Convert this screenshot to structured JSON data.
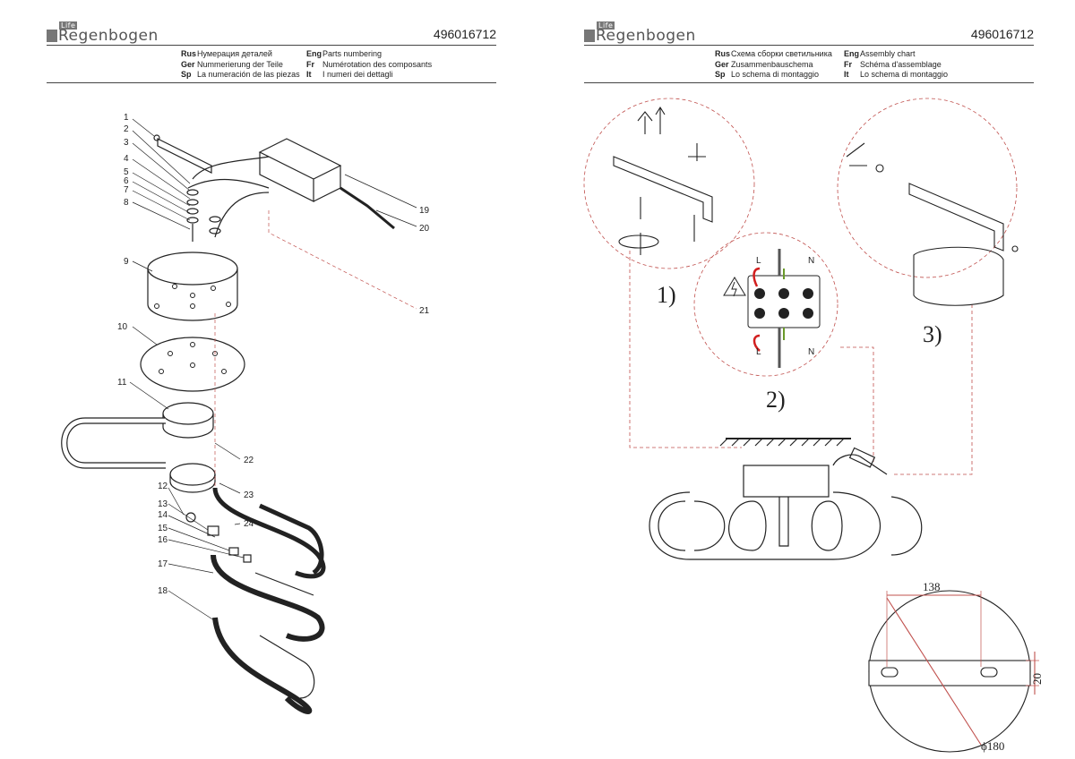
{
  "left": {
    "brand_tag": "Life",
    "brand": "Regenbogen",
    "code": "496016712",
    "header": [
      {
        "lang": "Rus",
        "text": "Нумерация деталей"
      },
      {
        "lang": "Ger",
        "text": "Nummerierung der Teile"
      },
      {
        "lang": "Sp",
        "text": "La numeración de las piezas"
      },
      {
        "lang": "Eng",
        "text": "Parts numbering"
      },
      {
        "lang": "Fr",
        "text": "Numérotation des composants"
      },
      {
        "lang": "It",
        "text": "I numeri dei dettagli"
      }
    ],
    "part_numbers": [
      "1",
      "2",
      "3",
      "4",
      "5",
      "6",
      "7",
      "8",
      "9",
      "10",
      "11",
      "12",
      "13",
      "14",
      "15",
      "16",
      "17",
      "18",
      "19",
      "20",
      "21",
      "22",
      "23",
      "24"
    ]
  },
  "right": {
    "brand_tag": "Life",
    "brand": "Regenbogen",
    "code": "496016712",
    "header": [
      {
        "lang": "Rus",
        "text": "Схема сборки светильника"
      },
      {
        "lang": "Ger",
        "text": "Zusammenbauschema"
      },
      {
        "lang": "Sp",
        "text": "Lo schema di montaggio"
      },
      {
        "lang": "Eng",
        "text": "Assembly chart"
      },
      {
        "lang": "Fr",
        "text": "Schéma d'assemblage"
      },
      {
        "lang": "It",
        "text": "Lo schema di montaggio"
      }
    ],
    "steps": [
      "1)",
      "2)",
      "3)"
    ],
    "terminal_labels": {
      "l_top": "L",
      "n_top": "N",
      "l_bottom": "L",
      "n_bottom": "N"
    },
    "dimensions": {
      "width": "138",
      "height": "20",
      "diameter": "ϕ180"
    }
  },
  "colors": {
    "line": "#222222",
    "leader": "#c0504d",
    "wire_red": "#d21f1f",
    "wire_green": "#6a9a2a"
  }
}
